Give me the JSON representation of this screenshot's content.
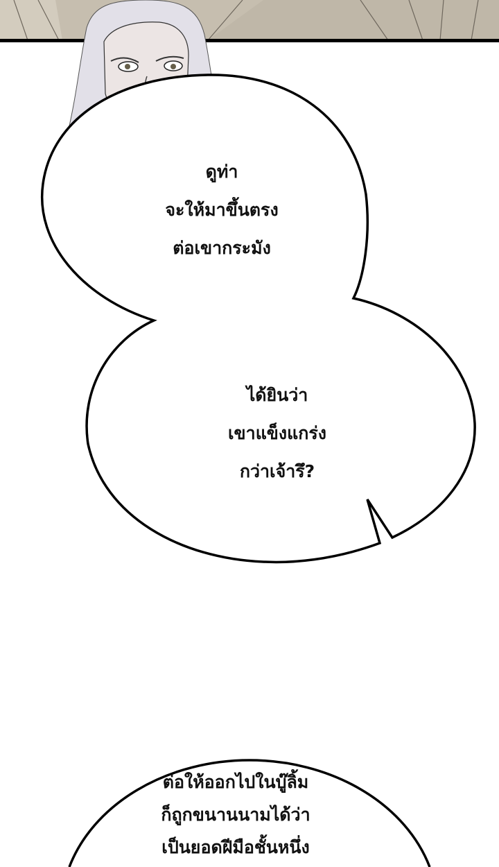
{
  "colors": {
    "panel_bg": "#c9c1b2",
    "outline": "#000000",
    "hair": "#e4e2ea",
    "skin": "#ece6e6"
  },
  "panel": {
    "character": "white-haired-elder"
  },
  "bubbles": [
    {
      "lines": [
        "ดูท่า",
        "จะให้มาขึ้นตรง",
        "ต่อเขากระมัง"
      ]
    },
    {
      "lines": [
        "ได้ยินว่า",
        "เขาแข็งแกร่ง",
        "กว่าเจ้ารึ?"
      ]
    },
    {
      "lines": [
        "ต่อให้ออกไปในบู๊ลิ้ม",
        "ก็ถูกขนานนามได้ว่า",
        "เป็นยอดฝีมือชั้นหนึ่ง"
      ]
    }
  ]
}
